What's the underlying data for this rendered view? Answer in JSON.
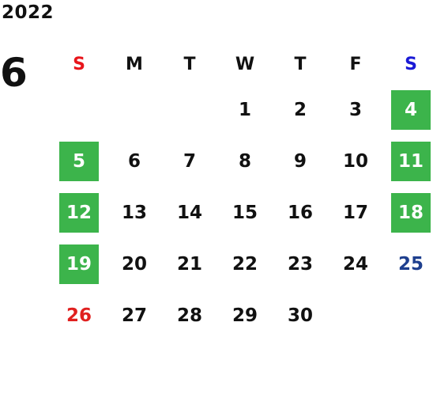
{
  "calendar": {
    "year": "2022",
    "month": "6",
    "colors": {
      "holiday_bg": "#3cb44b",
      "sunday": "#e0201f",
      "saturday": "#1e3f8e",
      "header_sunday": "#e8151b",
      "header_saturday": "#1a1ad6"
    },
    "weekdays": [
      "S",
      "M",
      "T",
      "W",
      "T",
      "F",
      "S"
    ],
    "weeks": [
      [
        {
          "label": "",
          "kind": "empty"
        },
        {
          "label": "",
          "kind": "empty"
        },
        {
          "label": "",
          "kind": "empty"
        },
        {
          "label": "1",
          "kind": "normal"
        },
        {
          "label": "2",
          "kind": "normal"
        },
        {
          "label": "3",
          "kind": "normal"
        },
        {
          "label": "4",
          "kind": "holiday"
        }
      ],
      [
        {
          "label": "5",
          "kind": "holiday"
        },
        {
          "label": "6",
          "kind": "normal"
        },
        {
          "label": "7",
          "kind": "normal"
        },
        {
          "label": "8",
          "kind": "normal"
        },
        {
          "label": "9",
          "kind": "normal"
        },
        {
          "label": "10",
          "kind": "normal"
        },
        {
          "label": "11",
          "kind": "holiday"
        }
      ],
      [
        {
          "label": "12",
          "kind": "holiday"
        },
        {
          "label": "13",
          "kind": "normal"
        },
        {
          "label": "14",
          "kind": "normal"
        },
        {
          "label": "15",
          "kind": "normal"
        },
        {
          "label": "16",
          "kind": "normal"
        },
        {
          "label": "17",
          "kind": "normal"
        },
        {
          "label": "18",
          "kind": "holiday"
        }
      ],
      [
        {
          "label": "19",
          "kind": "holiday"
        },
        {
          "label": "20",
          "kind": "normal"
        },
        {
          "label": "21",
          "kind": "normal"
        },
        {
          "label": "22",
          "kind": "normal"
        },
        {
          "label": "23",
          "kind": "normal"
        },
        {
          "label": "24",
          "kind": "normal"
        },
        {
          "label": "25",
          "kind": "sat"
        }
      ],
      [
        {
          "label": "26",
          "kind": "sun"
        },
        {
          "label": "27",
          "kind": "normal"
        },
        {
          "label": "28",
          "kind": "normal"
        },
        {
          "label": "29",
          "kind": "normal"
        },
        {
          "label": "30",
          "kind": "normal"
        },
        {
          "label": "",
          "kind": "empty"
        },
        {
          "label": "",
          "kind": "empty"
        }
      ]
    ]
  }
}
